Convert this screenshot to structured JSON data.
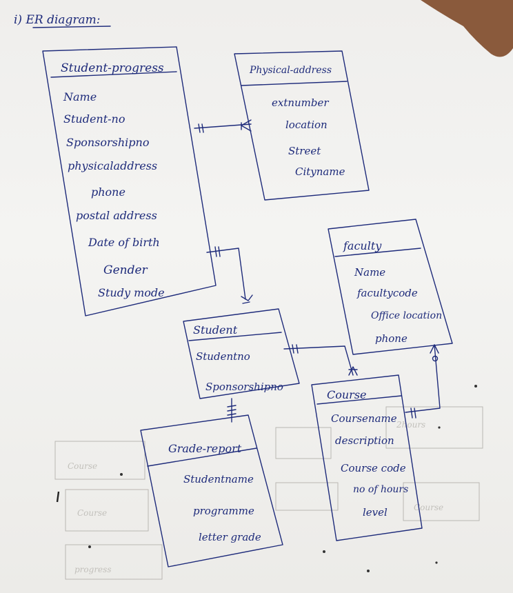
{
  "heading": "i) ER diagram:",
  "entities": [
    {
      "id": "student-progress",
      "title": "Student-progress",
      "attributes": [
        "Name",
        "Student-no",
        "Sponsorshipno",
        "physicaladdress",
        "phone",
        "postal address",
        "Date of birth",
        "Gender",
        "Study mode"
      ]
    },
    {
      "id": "physical-address",
      "title": "Physical-address",
      "attributes": [
        "extnumber",
        "location",
        "Street",
        "Cityname"
      ]
    },
    {
      "id": "faculty",
      "title": "faculty",
      "attributes": [
        "Name",
        "facultycode",
        "Office location",
        "phone"
      ]
    },
    {
      "id": "student",
      "title": "Student",
      "attributes": [
        "Studentno",
        "Sponsorshipno"
      ]
    },
    {
      "id": "course",
      "title": "Course",
      "attributes": [
        "Coursename",
        "description",
        "Course code",
        "no of hours",
        "level"
      ]
    },
    {
      "id": "grade-report",
      "title": "Grade-report",
      "attributes": [
        "Studentname",
        "programme",
        "letter grade"
      ]
    }
  ],
  "colors": {
    "ink": "#1d2a7a",
    "paper": "#f2f2f0"
  }
}
